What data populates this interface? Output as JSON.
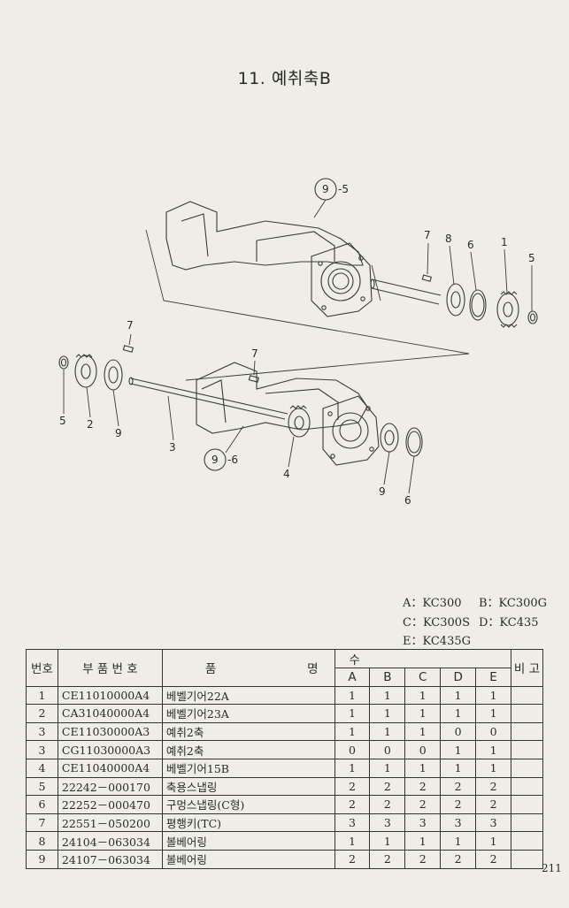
{
  "title": "11. 예취축B",
  "callouts": {
    "ref_9_5": "-5",
    "ref_9_6": "-6",
    "ref_9_5_circle": "9",
    "ref_9_6_circle": "9",
    "upper": [
      "7",
      "8",
      "6",
      "1",
      "5"
    ],
    "lower_left": [
      "7",
      "5",
      "2",
      "9",
      "3"
    ],
    "lower_right": [
      "7",
      "4",
      "9",
      "6"
    ]
  },
  "models": [
    [
      "A：KC300",
      "B：KC300G"
    ],
    [
      "C：KC300S",
      "D：KC435"
    ],
    [
      "E：KC435G",
      ""
    ]
  ],
  "table": {
    "headers": {
      "no": "번호",
      "part_no": "부 품 번 호",
      "name_1": "품",
      "name_2": "명",
      "qty": "수",
      "remark": "비 고",
      "models": [
        "A",
        "B",
        "C",
        "D",
        "E"
      ]
    },
    "rows": [
      {
        "no": "1",
        "part_no": "CE11010000A4",
        "name": "베벨기어22A",
        "q": [
          "1",
          "1",
          "1",
          "1",
          "1"
        ]
      },
      {
        "no": "2",
        "part_no": "CA31040000A4",
        "name": "베벨기어23A",
        "q": [
          "1",
          "1",
          "1",
          "1",
          "1"
        ]
      },
      {
        "no": "3",
        "part_no": "CE11030000A3",
        "name": "예취2축",
        "q": [
          "1",
          "1",
          "1",
          "0",
          "0"
        ]
      },
      {
        "no": "3",
        "part_no": "CG11030000A3",
        "name": "예취2축",
        "q": [
          "0",
          "0",
          "0",
          "1",
          "1"
        ]
      },
      {
        "no": "4",
        "part_no": "CE11040000A4",
        "name": "베벨기어15B",
        "q": [
          "1",
          "1",
          "1",
          "1",
          "1"
        ]
      },
      {
        "no": "5",
        "part_no": "22242－000170",
        "name": "축용스냅링",
        "q": [
          "2",
          "2",
          "2",
          "2",
          "2"
        ]
      },
      {
        "no": "6",
        "part_no": "22252－000470",
        "name": "구멍스냅링(C형)",
        "q": [
          "2",
          "2",
          "2",
          "2",
          "2"
        ]
      },
      {
        "no": "7",
        "part_no": "22551－050200",
        "name": "평행키(TC)",
        "q": [
          "3",
          "3",
          "3",
          "3",
          "3"
        ]
      },
      {
        "no": "8",
        "part_no": "24104－063034",
        "name": "볼베어링",
        "q": [
          "1",
          "1",
          "1",
          "1",
          "1"
        ]
      },
      {
        "no": "9",
        "part_no": "24107－063034",
        "name": "볼베어링",
        "q": [
          "2",
          "2",
          "2",
          "2",
          "2"
        ]
      }
    ]
  },
  "page_number": "211"
}
